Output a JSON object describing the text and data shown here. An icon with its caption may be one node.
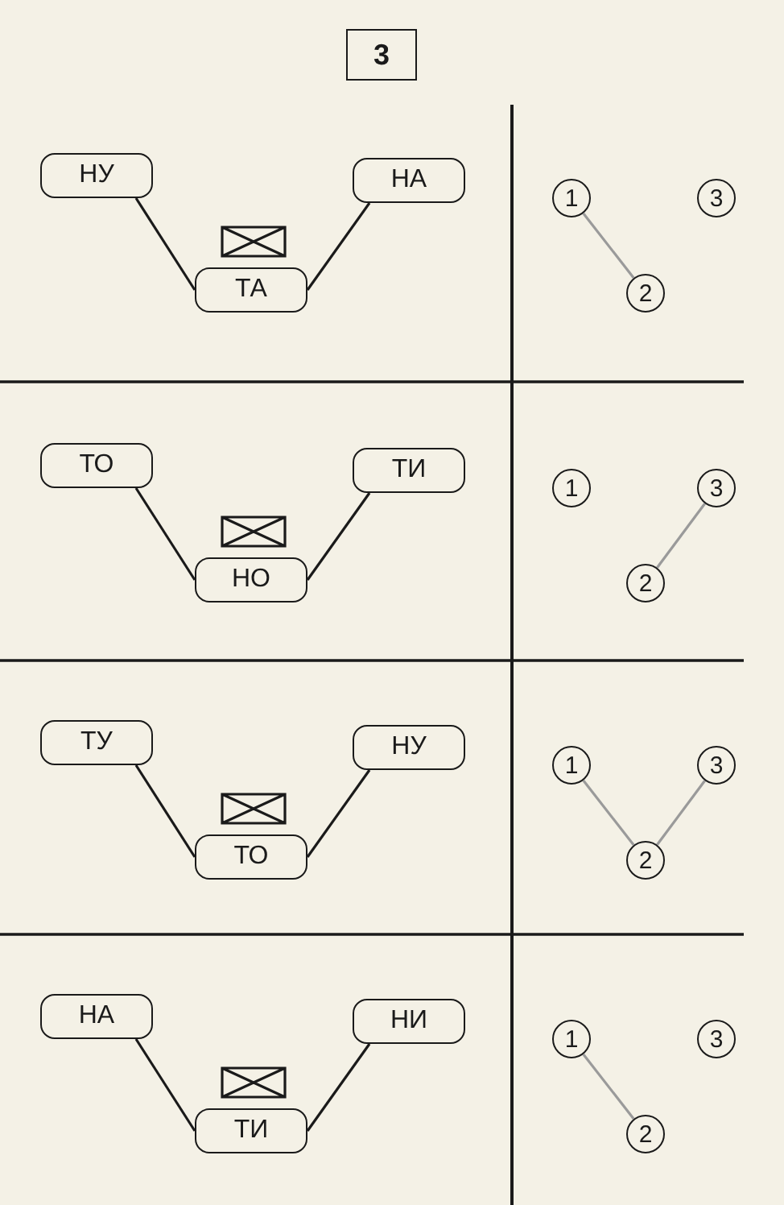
{
  "diagram": {
    "nodes": [
      {
        "text": [
          "3"
        ]
      },
      {
        "text": [
          "НУ"
        ]
      },
      {
        "text": [
          "НА"
        ]
      },
      {
        "text": [
          "ТА"
        ]
      },
      {
        "text": [
          "1"
        ]
      },
      {
        "text": [
          "2"
        ]
      },
      {
        "text": [
          "3"
        ]
      },
      {
        "text": [
          "ТО"
        ]
      },
      {
        "text": [
          "ТИ"
        ]
      },
      {
        "text": [
          "НО"
        ]
      },
      {
        "text": [
          "1"
        ]
      },
      {
        "text": [
          "2"
        ]
      },
      {
        "text": [
          "3"
        ]
      },
      {
        "text": [
          "ТУ"
        ]
      },
      {
        "text": [
          "НУ"
        ]
      },
      {
        "text": [
          "ТО"
        ]
      },
      {
        "text": [
          "1"
        ]
      },
      {
        "text": [
          "2"
        ]
      },
      {
        "text": [
          "3"
        ]
      },
      {
        "text": [
          "НА"
        ]
      },
      {
        "text": [
          "НИ"
        ]
      },
      {
        "text": [
          "ТИ"
        ]
      },
      {
        "text": [
          "1"
        ]
      },
      {
        "text": [
          "2"
        ]
      },
      {
        "text": [
          "3"
        ]
      }
    ],
    "edges": [
      {
        "from": 1,
        "to": 3,
        "arrow": "none"
      },
      {
        "from": 2,
        "to": 3,
        "arrow": "none"
      },
      {
        "from": 4,
        "to": 5,
        "arrow": "none",
        "color": "#9a9a9a"
      },
      {
        "from": 7,
        "to": 9,
        "arrow": "none"
      },
      {
        "from": 8,
        "to": 9,
        "arrow": "none"
      },
      {
        "from": 12,
        "to": 11,
        "arrow": "none",
        "color": "#9a9a9a"
      },
      {
        "from": 13,
        "to": 15,
        "arrow": "none"
      },
      {
        "from": 14,
        "to": 15,
        "arrow": "none"
      },
      {
        "from": 16,
        "to": 17,
        "arrow": "none",
        "color": "#9a9a9a"
      },
      {
        "from": 18,
        "to": 17,
        "arrow": "none",
        "color": "#9a9a9a"
      },
      {
        "from": 19,
        "to": 21,
        "arrow": "none"
      },
      {
        "from": 20,
        "to": 21,
        "arrow": "none"
      },
      {
        "from": 22,
        "to": 23,
        "arrow": "none",
        "color": "#9a9a9a"
      }
    ]
  }
}
